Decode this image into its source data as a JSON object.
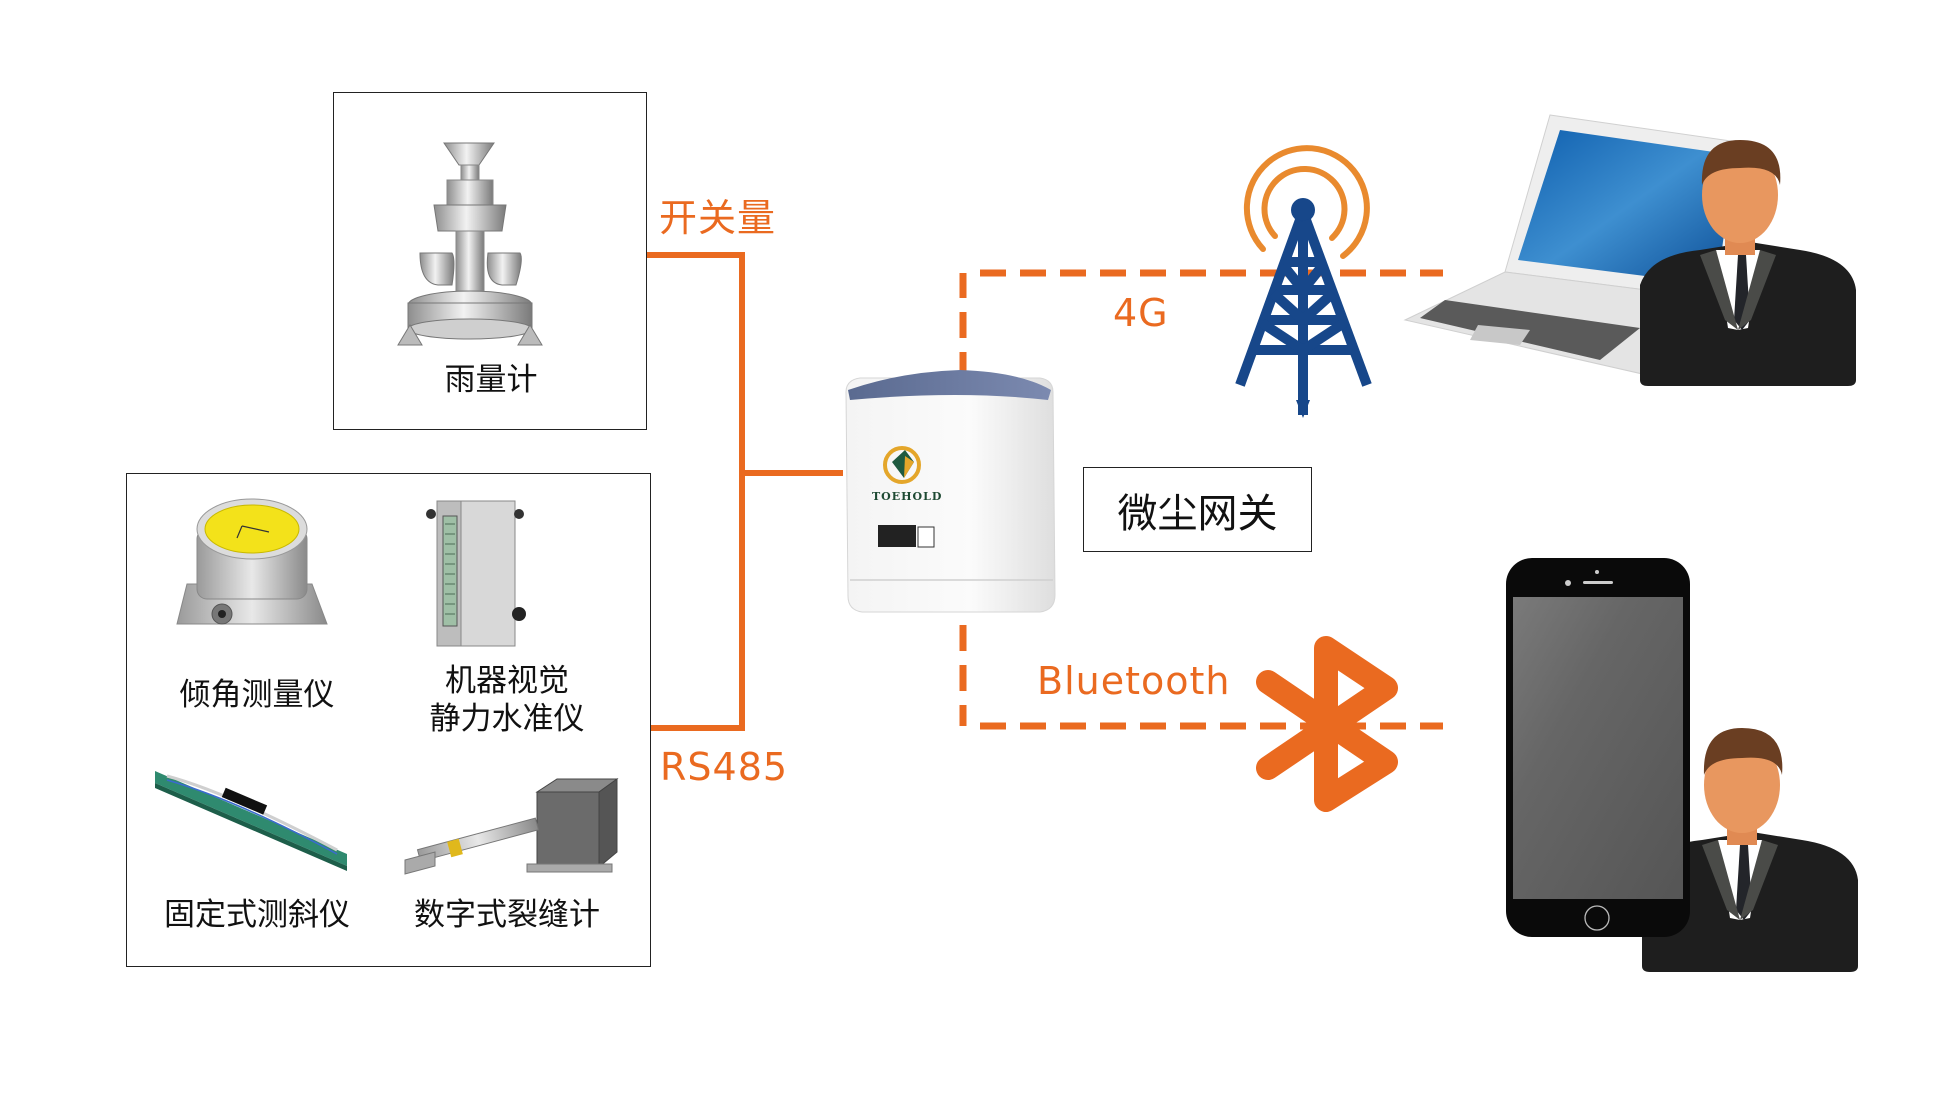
{
  "colors": {
    "link": "#EA6A20",
    "tower": "#17478A",
    "tower_waves": "#E98A2E",
    "suit": "#1E1E1E",
    "skin": "#E8975F",
    "hair": "#6A3E22"
  },
  "sensors": {
    "rain_gauge": {
      "label": "雨量计",
      "icon": "rain-gauge-icon"
    },
    "group": [
      {
        "label": "倾角测量仪",
        "icon": "inclinometer-icon"
      },
      {
        "label": "机器视觉\n静力水准仪",
        "line1": "机器视觉",
        "line2": "静力水准仪",
        "icon": "level-gauge-icon"
      },
      {
        "label": "固定式测斜仪",
        "icon": "fixed-inclinometer-icon"
      },
      {
        "label": "数字式裂缝计",
        "icon": "crack-meter-icon"
      }
    ]
  },
  "links": {
    "switch_label": "开关量",
    "rs485_label": "RS485",
    "cellular_label": "4G",
    "bluetooth_label": "Bluetooth"
  },
  "gateway": {
    "label": "微尘网关",
    "brand": "TOEHOLD",
    "icon": "gateway-device-icon"
  },
  "clients": [
    {
      "device": "laptop",
      "icon": "laptop-icon",
      "user_icon": "user-avatar-icon"
    },
    {
      "device": "phone",
      "icon": "smartphone-icon",
      "user_icon": "user-avatar-icon"
    }
  ]
}
